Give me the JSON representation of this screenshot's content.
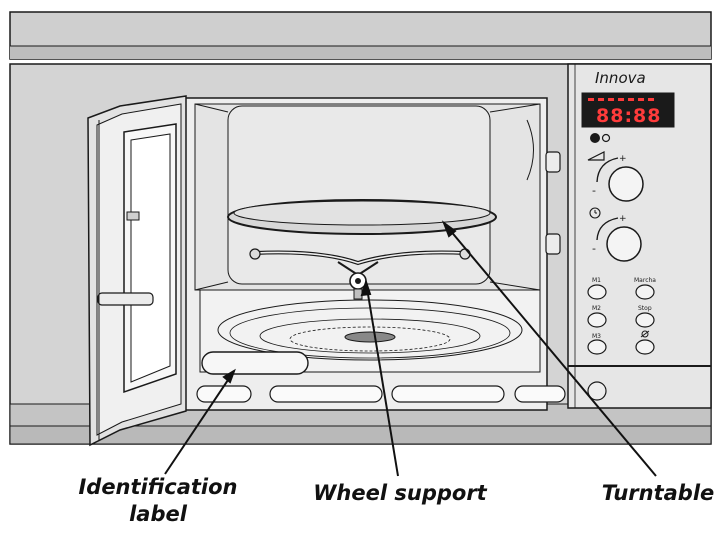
{
  "brand": "Innova",
  "display": {
    "digits": "88:88",
    "indicators": [
      "",
      "",
      "",
      "",
      "",
      "",
      ""
    ]
  },
  "panel": {
    "power_icon": "power-level-triangle-icon",
    "timer_icon": "timer-clock-icon",
    "plus": "+",
    "minus": "-",
    "buttons": [
      {
        "label": "M1",
        "name": "m1-button"
      },
      {
        "label": "Marcha",
        "name": "marcha-button"
      },
      {
        "label": "M2",
        "name": "m2-button"
      },
      {
        "label": "Stop",
        "name": "stop-button"
      },
      {
        "label": "M3",
        "name": "m3-button"
      },
      {
        "label": "",
        "name": "cancel-button",
        "icon": "crossed-circle-icon"
      }
    ]
  },
  "callouts": {
    "identification_label": [
      "Identification",
      "label"
    ],
    "wheel_support": "Wheel support",
    "turntable": "Turntable"
  },
  "colors": {
    "line": "#1a1a1a",
    "body_fill": "#d9d9d9",
    "panel_fill": "#e6e6e6",
    "display_bg": "#1a1a1a",
    "display_digits": "#ff3b3b"
  }
}
